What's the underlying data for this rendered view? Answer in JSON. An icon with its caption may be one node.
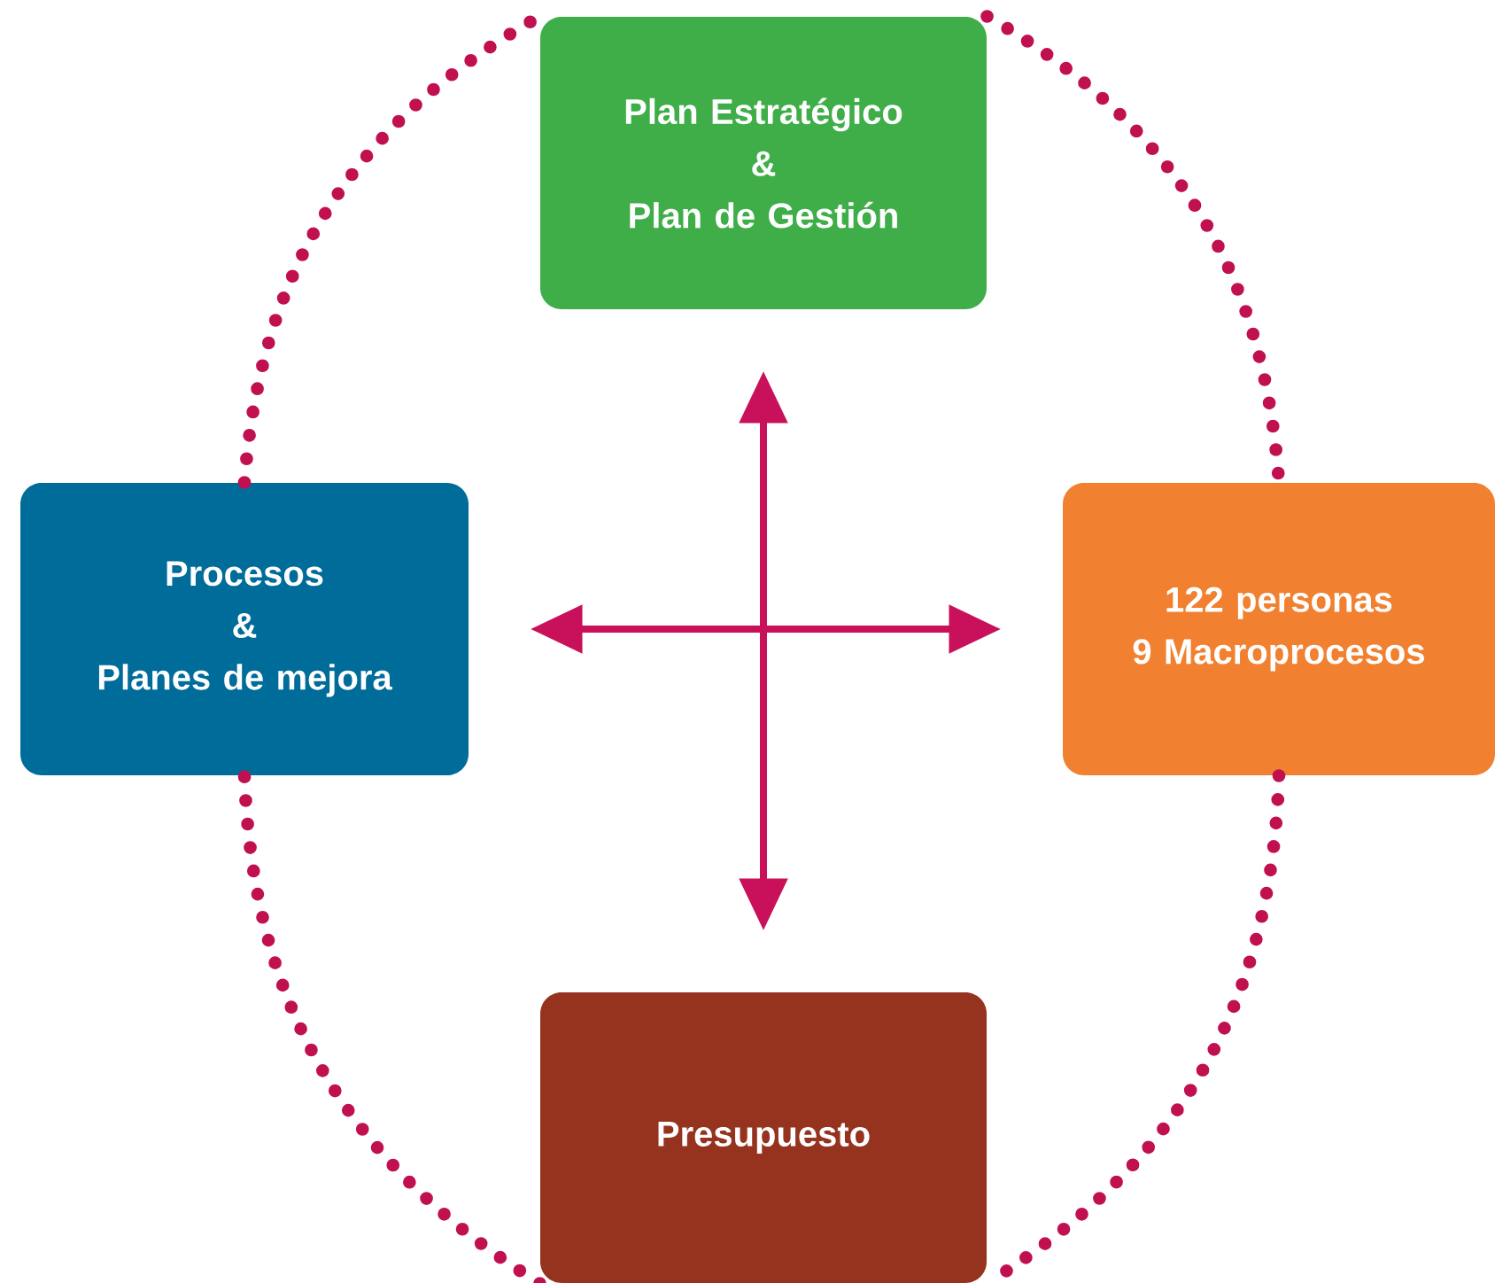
{
  "diagram": {
    "nodes": [
      {
        "text": [
          "Plan Estratégico",
          "&",
          "Plan de Gestión"
        ]
      },
      {
        "text": [
          "Procesos",
          "&",
          "Planes de mejora"
        ]
      },
      {
        "text": [
          "122 personas",
          "9 Macroprocesos"
        ]
      },
      {
        "text": [
          "Presupuesto"
        ]
      }
    ],
    "edges": [
      {
        "from": 0,
        "to": 2,
        "arrow": "none",
        "style": "dashed"
      },
      {
        "from": 2,
        "to": 3,
        "arrow": "none",
        "style": "dashed"
      },
      {
        "from": 3,
        "to": 1,
        "arrow": "none",
        "style": "dashed"
      },
      {
        "from": 1,
        "to": 0,
        "arrow": "none",
        "style": "dashed"
      },
      {
        "from": 0,
        "to": 3,
        "arrow": "both",
        "color": "#c8115a"
      },
      {
        "from": 1,
        "to": 2,
        "arrow": "both",
        "color": "#c8115a"
      }
    ]
  }
}
